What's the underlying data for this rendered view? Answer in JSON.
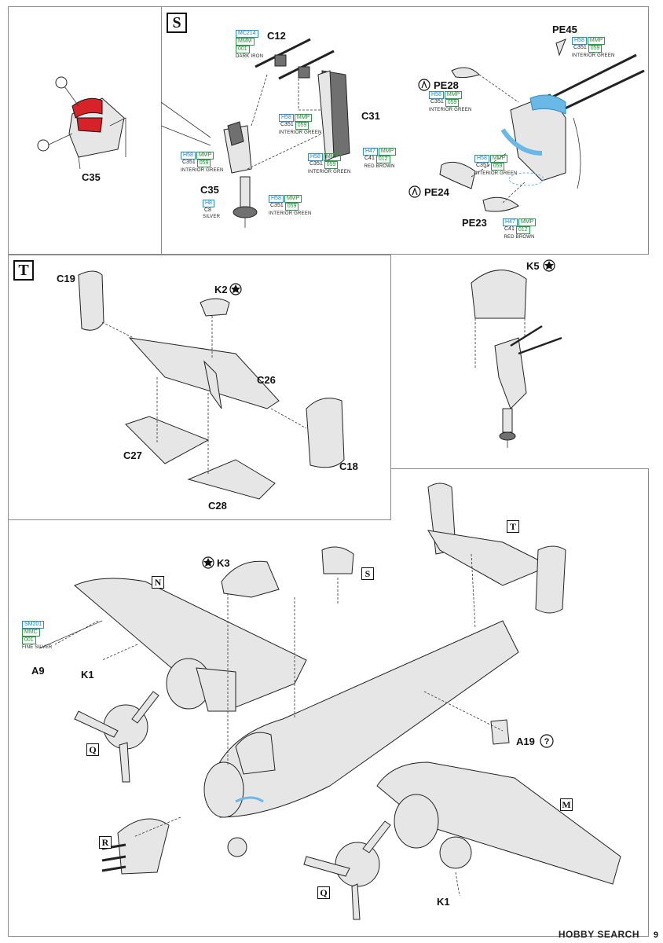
{
  "sections": {
    "s_label": "S",
    "t_label": "T"
  },
  "refs": {
    "n": "N",
    "s": "S",
    "t": "T",
    "q1": "Q",
    "q2": "Q",
    "r": "R",
    "m": "M"
  },
  "parts": {
    "c35_left": "C35",
    "c12": "C12",
    "c31": "C31",
    "c35_s": "C35",
    "pe45": "PE45",
    "pe28": "PE28",
    "pe24": "PE24",
    "pe23": "PE23",
    "c19": "C19",
    "k2": "K2",
    "c26": "C26",
    "c27": "C27",
    "c28": "C28",
    "c18": "C18",
    "k5": "K5",
    "k3": "K3",
    "a9": "A9",
    "k1_left": "K1",
    "k1_right": "K1",
    "a19": "A19"
  },
  "paints": {
    "mc214": {
      "code": "MC214",
      "mmm": "MMM",
      "num": "001",
      "name": "DARK IRON"
    },
    "h58_a": {
      "h": "H58",
      "mmp": "MMP",
      "c": "C351",
      "num": "059",
      "name": "INTERIOR GREEN"
    },
    "h58_b": {
      "h": "H58",
      "mmp": "MMP",
      "c": "C351",
      "num": "059",
      "name": "INTERIOR GREEN"
    },
    "h58_c": {
      "h": "H58",
      "mmp": "MMP",
      "c": "C351",
      "num": "059",
      "name": "INTERIOR GREEN"
    },
    "h58_d": {
      "h": "H58",
      "mmp": "MMP",
      "c": "C351",
      "num": "059",
      "name": "INTERIOR GREEN"
    },
    "h58_e": {
      "h": "H58",
      "mmp": "MMP",
      "c": "C351",
      "num": "059",
      "name": "INTERIOR GREEN"
    },
    "h58_f": {
      "h": "H58",
      "mmp": "MMP",
      "c": "C351",
      "num": "059",
      "name": "INTERIOR GREEN"
    },
    "h58_g": {
      "h": "H58",
      "mmp": "MMP",
      "c": "C351",
      "num": "059",
      "name": "INTERIOR GREEN"
    },
    "h47_a": {
      "h": "H47",
      "mmp": "MMP",
      "c": "C41",
      "num": "012",
      "name": "RED BROWN"
    },
    "h47_b": {
      "h": "H47",
      "mmp": "MMP",
      "c": "C41",
      "num": "012",
      "name": "RED BROWN"
    },
    "h8": {
      "h": "H8",
      "c": "C8",
      "name": "SILVER"
    },
    "sm201": {
      "code": "SM201",
      "mmc": "MMC",
      "num": "001",
      "name": "FINE SILVER"
    }
  },
  "footer": {
    "watermark": "HOBBY SEARCH",
    "page": "9"
  },
  "colors": {
    "highlight_red": "#d8222a",
    "highlight_blue": "#69b8e6"
  }
}
